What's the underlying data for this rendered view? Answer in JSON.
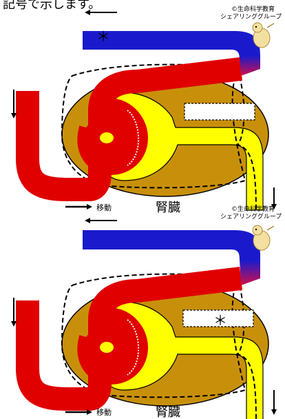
{
  "top_text": "記号で示します。",
  "panels": [
    {
      "credit_line1": "©生命科学教育",
      "credit_line2": "シェアリンググループ",
      "asterisk_vein": "＊",
      "asterisk_box": "",
      "move_label": "移動",
      "organ_label": "腎臓"
    },
    {
      "credit_line1": "©生命科学教育",
      "credit_line2": "シェアリンググループ",
      "asterisk_vein": "",
      "asterisk_box": "＊",
      "move_label": "移動",
      "organ_label": "腎臓"
    }
  ],
  "colors": {
    "artery": "#e00000",
    "vein": "#1a1acc",
    "kidney": "#c8900a",
    "pelvis": "#ffff00",
    "renal_pelvis_edge": "#000000"
  },
  "icons": [
    "arrow-left-icon",
    "arrow-down-icon",
    "arrow-right-icon",
    "mascot-icon"
  ]
}
